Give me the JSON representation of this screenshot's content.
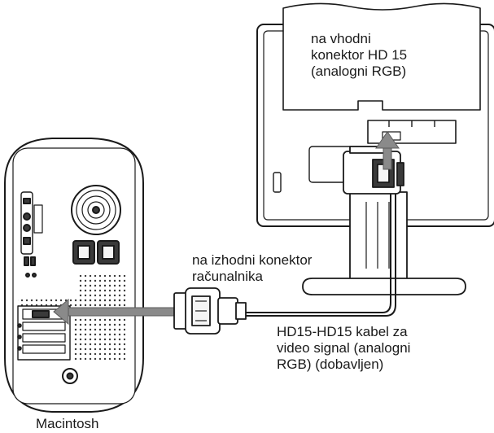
{
  "labels": {
    "monitor_input": "na vhodni\nkonektor HD 15\n(analogni RGB)",
    "computer_output": "na izhodni konektor\nračunalnika",
    "cable": "HD15-HD15 kabel za\nvideo signal (analogni\nRGB) (dobavljen)",
    "computer": "Macintosh"
  },
  "colors": {
    "line": "#1a1a1a",
    "arrow": "#8a8a8a",
    "dark_part": "#3a3a3a",
    "light_part": "#f5f5f5"
  },
  "icons": [
    "monitor-icon",
    "macintosh-tower-icon",
    "vga-connector-icon",
    "insert-arrow-icon"
  ]
}
